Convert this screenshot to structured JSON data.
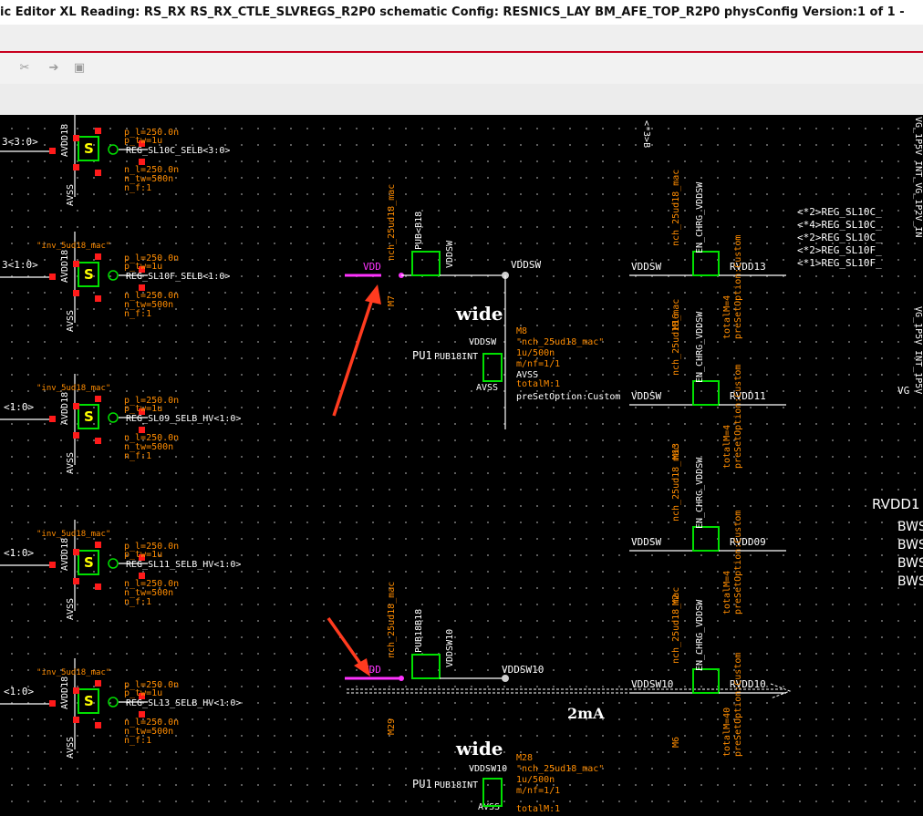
{
  "window": {
    "title": "ic Editor XL Reading: RS_RX RS_RX_CTLE_SLVREGS_R2P0 schematic  Config: RESNICS_LAY BM_AFE_TOP_R2P0 physConfig Version:1 of 1 -"
  },
  "toolbar": {
    "icons": [
      "cut-icon",
      "move-icon",
      "save-icon"
    ]
  },
  "colors": {
    "background": "#000000",
    "wire": "#ffffff",
    "annotation": "#ff8c00",
    "pin": "#ff1a1a",
    "device": "#00e000",
    "highlight": "#ff33ff",
    "arrow": "#ff3b1f"
  },
  "schematic": {
    "left_labels": {
      "row1_bus": "3<3:0>",
      "row2_bus": "3<1:0>",
      "row3_bus": "<1:0>",
      "row4_bus": "<1:0>",
      "row5_bus": "<1:0>"
    },
    "inverters": [
      {
        "net": "REG_SL10C_SELB<3:0>",
        "p_l": "p_l=250.0n",
        "p_tw": "p_tw=1u",
        "n_l": "n_l=250.0n",
        "n_tw": "n_tw=500n",
        "n_f": "n_f:1",
        "inst": ""
      },
      {
        "net": "REG_SL10F_SELB<1:0>",
        "p_l": "p_l=250.0n",
        "p_tw": "p_tw=1u",
        "n_l": "n_l=250.0n",
        "n_tw": "n_tw=500n",
        "n_f": "n_f:1",
        "inst": "\"inv_5ud18_mac\""
      },
      {
        "net": "REG_SL09_SELB_HV<1:0>",
        "p_l": "p_l=250.0n",
        "p_tw": "p_tw=1u",
        "n_l": "n_l=250.0n",
        "n_tw": "n_tw=500n",
        "n_f": "n_f:1",
        "inst": "\"inv_5ud18_mac\""
      },
      {
        "net": "REG_SL11_SELB_HV<1:0>",
        "p_l": "p_l=250.0n",
        "p_tw": "p_tw=1u",
        "n_l": "n_l=250.0n",
        "n_tw": "n_tw=500n",
        "n_f": "n_f:1",
        "inst": "\"inv_5ud18_mac\""
      },
      {
        "net": "REG_SL13_SELB_HV<1:0>",
        "p_l": "p_l=250.0n",
        "p_tw": "p_tw=1u",
        "n_l": "n_l=250.0n",
        "n_tw": "n_tw=500n",
        "n_f": "n_f:1",
        "inst": "\"inv_5ud18_mac\""
      }
    ],
    "supply_labels": {
      "avdd": "AVDD18",
      "avss": "AVSS",
      "vdd": "VDD"
    },
    "mid_block_top": {
      "wire_label": "VDDSW",
      "device": "nch_25ud18_mac",
      "pin": "PUB<B18",
      "inst": "M7",
      "wide": "wide",
      "m8": "M8",
      "m8_model": "\"nch_25ud18_mac\"",
      "m8_size": "1u/500n",
      "m8_mnf": "m/nf=1/1",
      "m8_total": "totalM:1",
      "preset": "preSetOption:Custom",
      "pu": "PU1",
      "pu_int": "PUB18INT",
      "vss": "AVSS",
      "vddsw_small": "VDDSW"
    },
    "mid_block_bottom": {
      "wire_label": "VDDSW10",
      "current": "2mA",
      "device": "nch_25ud18_mac",
      "pin": "PUB18B18",
      "inst": "M29",
      "wide": "wide",
      "m28": "M28",
      "m28_model": "\"nch_25ud18_mac\"",
      "m28_size": "1u/500n",
      "m28_mnf": "m/nf=1/1",
      "m28_total": "totalM:1",
      "pu": "PU1",
      "pu_int": "PUB18INT",
      "vss": "AVSS",
      "vddsw_small": "VDDSW10"
    },
    "right_rows": [
      {
        "left": "VDDSW",
        "right": "RVDD13",
        "inst": "M16"
      },
      {
        "left": "VDDSW",
        "right": "RVDD11",
        "inst": "M13"
      },
      {
        "left": "VDDSW",
        "right": "RVDD09",
        "inst": "M2"
      },
      {
        "left": "VDDSW10",
        "right": "RVDD10",
        "inst": "M6"
      }
    ],
    "right_device_text": {
      "model": "nch_25ud18_mac",
      "enable": "EN_CHRG_VDDSW",
      "total4": "totalM=4",
      "total40": "totalM=40",
      "preset": "preSetOption:Custom"
    },
    "far_right_regs": [
      "<*2>REG_SL10C_",
      "<*4>REG_SL10C_",
      "<*2>REG_SL10C_",
      "<*2>REG_SL10F_",
      "<*1>REG_SL10F_"
    ],
    "far_right_vert": {
      "a": "VG_1P5V INT_VG_1P2V_IN",
      "b": "VG_1P5V INT_1P5V",
      "c": "VG"
    },
    "rvdd_label": "RVDD1",
    "bws": [
      "BWS",
      "BWS",
      "BWS",
      "BWS"
    ],
    "top_vertical": "<*3>B"
  }
}
